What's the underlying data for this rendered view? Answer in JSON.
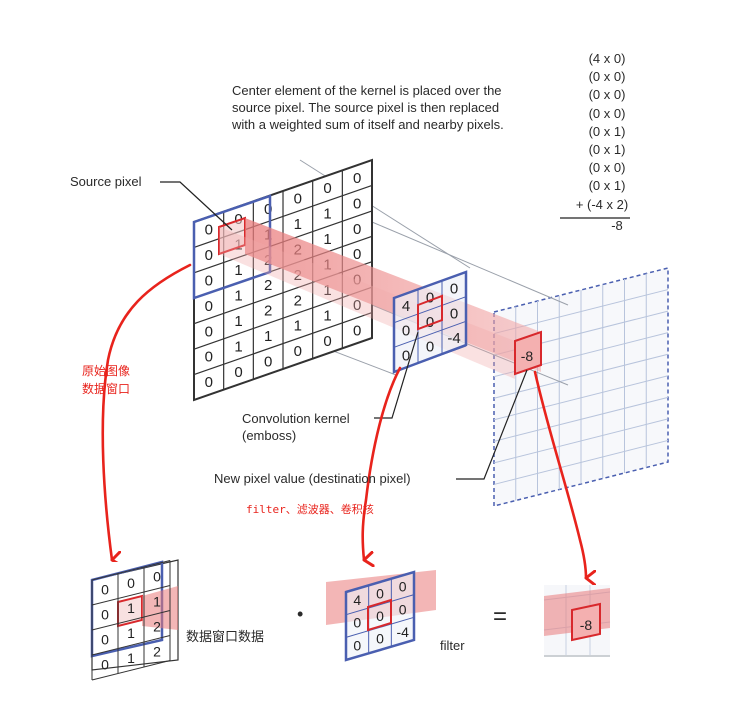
{
  "description_lines": [
    "Center element of the kernel is placed over the",
    "source pixel. The source pixel is then replaced",
    "with a weighted sum of itself and nearby pixels."
  ],
  "calculation": {
    "terms": [
      "(4 x 0)",
      "(0 x 0)",
      "(0 x 0)",
      "(0 x 0)",
      "(0 x 1)",
      "(0 x 1)",
      "(0 x 0)",
      "(0 x 1)"
    ],
    "last_term": "+ (-4 x 2)",
    "result": "-8"
  },
  "labels": {
    "source_pixel": "Source pixel",
    "kernel_line1": "Convolution kernel",
    "kernel_line2": "(emboss)",
    "new_pixel": "New pixel value (destination pixel)"
  },
  "annotations": {
    "source_window_line1": "原始图像",
    "source_window_line2": "数据窗口",
    "filter_cn": "filter、滤波器、卷积核",
    "window_data": "数据窗口数据",
    "dot_operator": "•",
    "filter_en": "filter",
    "equals": "="
  },
  "source_grid": [
    [
      "0",
      "0",
      "0",
      "0",
      "0",
      "0"
    ],
    [
      "0",
      "1",
      "1",
      "1",
      "1",
      "0"
    ],
    [
      "0",
      "1",
      "2",
      "2",
      "1",
      "0"
    ],
    [
      "0",
      "1",
      "2",
      "2",
      "1",
      "0"
    ],
    [
      "0",
      "1",
      "2",
      "2",
      "1",
      "0"
    ],
    [
      "0",
      "1",
      "1",
      "1",
      "1",
      "0"
    ],
    [
      "0",
      "0",
      "0",
      "0",
      "0",
      "0"
    ]
  ],
  "kernel_grid": [
    [
      "4",
      "0",
      "0"
    ],
    [
      "0",
      "0",
      "0"
    ],
    [
      "0",
      "0",
      "-4"
    ]
  ],
  "destination_value": "-8",
  "bottom_window": [
    [
      "0",
      "0",
      "0"
    ],
    [
      "0",
      "1",
      "1"
    ],
    [
      "0",
      "1",
      "2"
    ],
    [
      "0",
      "1",
      "2"
    ]
  ],
  "bottom_kernel": [
    [
      "4",
      "0",
      "0"
    ],
    [
      "0",
      "0",
      "0"
    ],
    [
      "0",
      "0",
      "-4"
    ]
  ],
  "bottom_result": "-8",
  "colors": {
    "grid_line": "#333333",
    "window_blue": "#4a5fb0",
    "highlight_red": "#d8282c",
    "beam_pink": "#e87878",
    "dest_grid": "#b8c4dc",
    "annotation_red": "#e8231c"
  }
}
